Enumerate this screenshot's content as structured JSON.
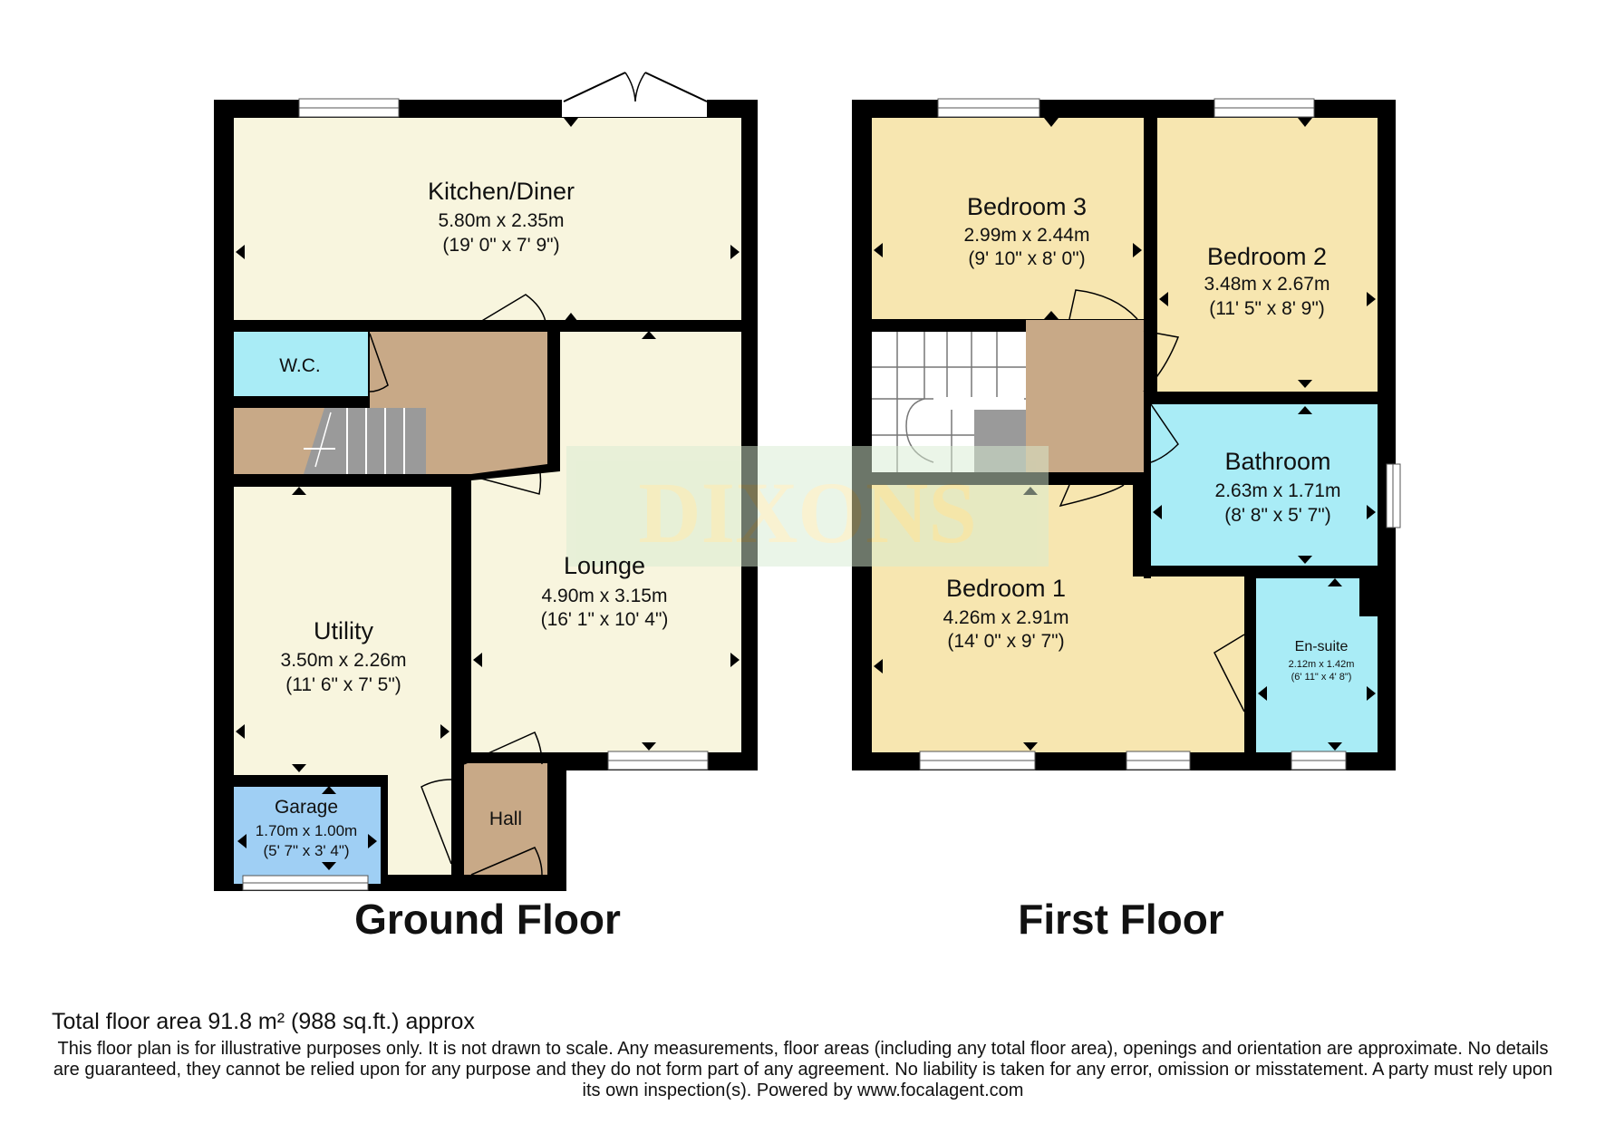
{
  "watermark": "DIXONS",
  "floors": [
    {
      "label": "Ground Floor"
    },
    {
      "label": "First Floor"
    }
  ],
  "rooms": {
    "kitchen": {
      "name": "Kitchen/Diner",
      "metric": "5.80m x 2.35m",
      "imperial": "(19' 0\" x 7' 9\")"
    },
    "wc": {
      "name": "W.C."
    },
    "lounge": {
      "name": "Lounge",
      "metric": "4.90m x 3.15m",
      "imperial": "(16' 1\" x 10' 4\")"
    },
    "utility": {
      "name": "Utility",
      "metric": "3.50m x 2.26m",
      "imperial": "(11' 6\" x 7' 5\")"
    },
    "garage": {
      "name": "Garage",
      "metric": "1.70m x 1.00m",
      "imperial": "(5' 7\" x 3' 4\")"
    },
    "hall": {
      "name": "Hall"
    },
    "bedroom3": {
      "name": "Bedroom 3",
      "metric": "2.99m x 2.44m",
      "imperial": "(9' 10\" x 8' 0\")"
    },
    "bedroom2": {
      "name": "Bedroom 2",
      "metric": "3.48m x 2.67m",
      "imperial": "(11' 5\" x 8' 9\")"
    },
    "bathroom": {
      "name": "Bathroom",
      "metric": "2.63m x 1.71m",
      "imperial": "(8' 8\" x 5' 7\")"
    },
    "bedroom1": {
      "name": "Bedroom 1",
      "metric": "4.26m x 2.91m",
      "imperial": "(14' 0\" x 9' 7\")"
    },
    "ensuite": {
      "name": "En-suite",
      "metric": "2.12m x 1.42m",
      "imperial": "(6' 11\" x 4' 8\")"
    }
  },
  "footer": {
    "total_area": "Total floor area 91.8 m² (988 sq.ft.) approx",
    "disclaimer": "This floor plan is for illustrative purposes only. It is not drawn to scale. Any measurements, floor areas (including any total floor area), openings and orientation are approximate. No details are guaranteed, they cannot be relied upon for any purpose and they do not form part of any agreement. No liability is taken for any error, omission or misstatement. A party must rely upon its own inspection(s). Powered by www.focalagent.com"
  },
  "colors": {
    "wall": "#000000",
    "cream": "#f8f5de",
    "yellow": "#f7e6b0",
    "tan": "#c8a987",
    "cyan": "#a9ecf6",
    "blue": "#9fcff4",
    "stairs": "#9a9a9a"
  }
}
